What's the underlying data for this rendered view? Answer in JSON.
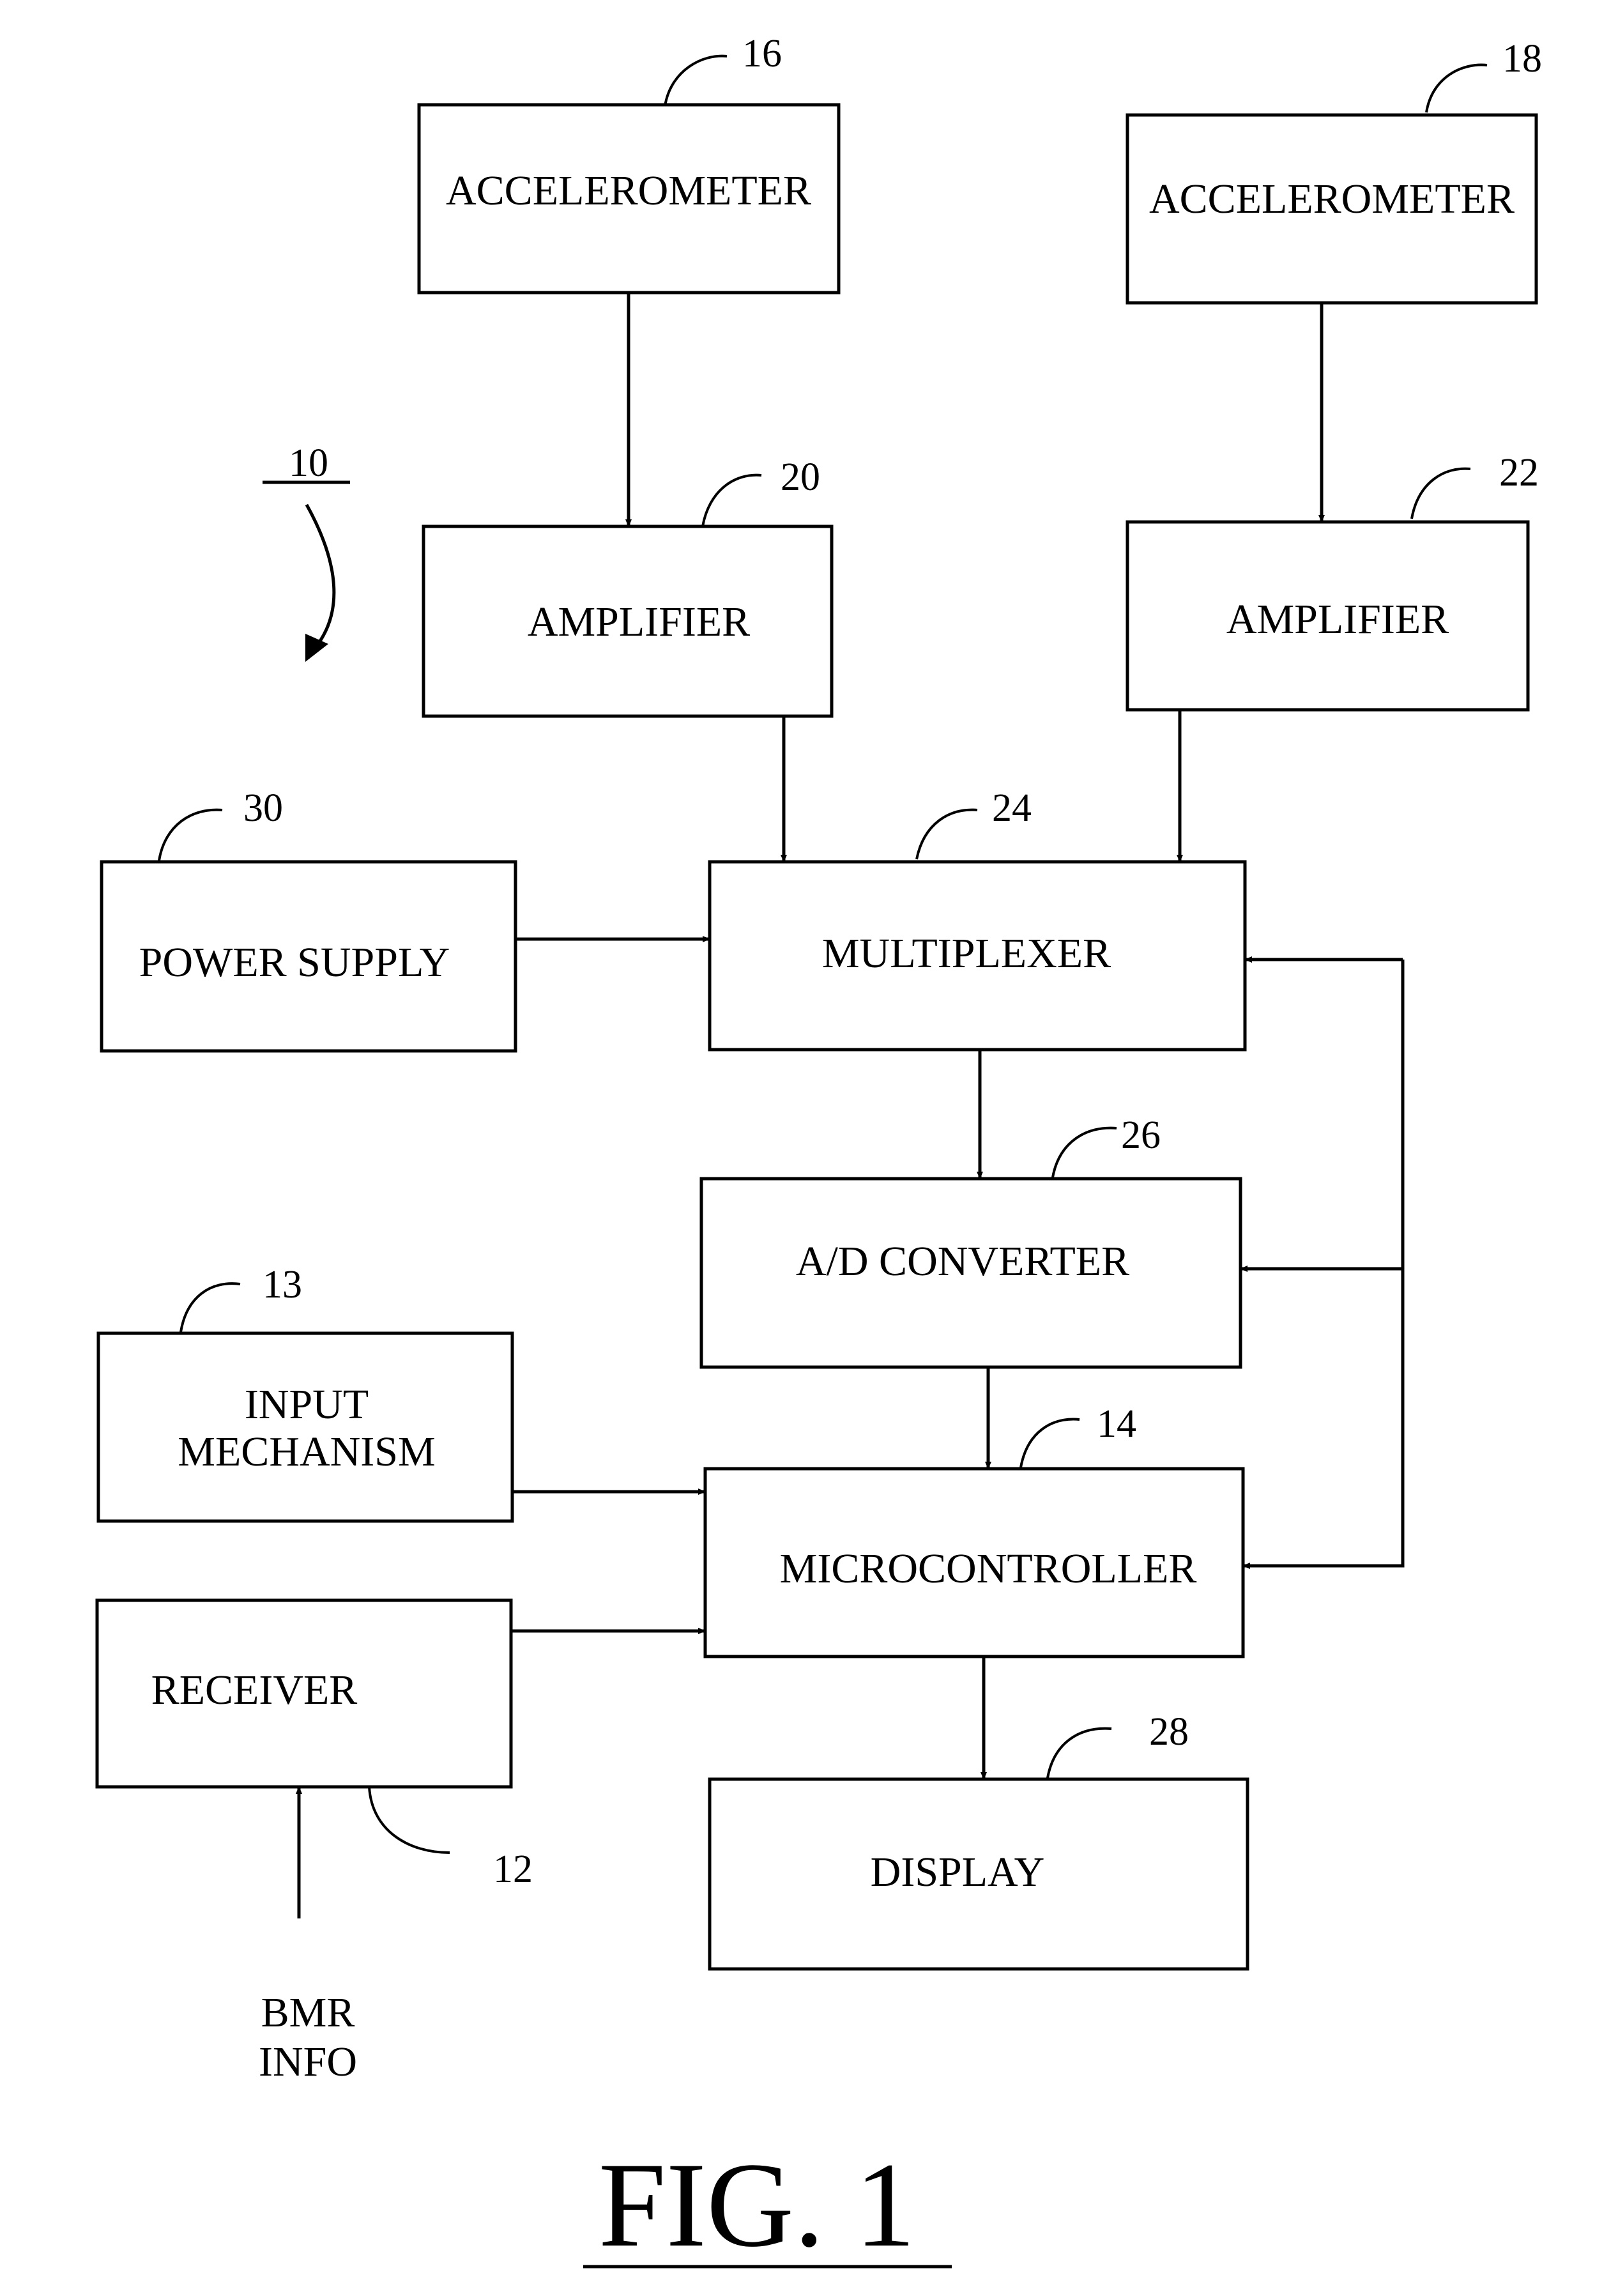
{
  "diagram": {
    "figure_label": "FIG. 1",
    "system_ref": "10",
    "blocks": {
      "accelerometer_1": {
        "label": "ACCELEROMETER",
        "ref": "16"
      },
      "accelerometer_2": {
        "label": "ACCELEROMETER",
        "ref": "18"
      },
      "amplifier_1": {
        "label": "AMPLIFIER",
        "ref": "20"
      },
      "amplifier_2": {
        "label": "AMPLIFIER",
        "ref": "22"
      },
      "power_supply": {
        "label": "POWER SUPPLY",
        "ref": "30"
      },
      "multiplexer": {
        "label": "MULTIPLEXER",
        "ref": "24"
      },
      "ad_converter": {
        "label": "A/D CONVERTER",
        "ref": "26"
      },
      "input_mechanism": {
        "label_line1": "INPUT",
        "label_line2": "MECHANISM",
        "ref": "13"
      },
      "microcontroller": {
        "label": "MICROCONTROLLER",
        "ref": "14"
      },
      "receiver": {
        "label": "RECEIVER",
        "ref": "12"
      },
      "display": {
        "label": "DISPLAY",
        "ref": "28"
      }
    },
    "external_input": {
      "line1": "BMR",
      "line2": "INFO"
    }
  }
}
